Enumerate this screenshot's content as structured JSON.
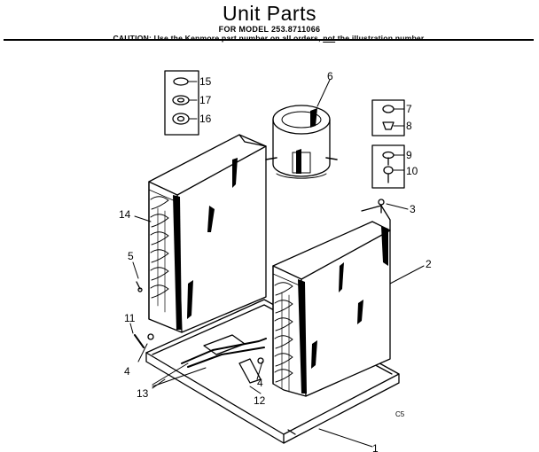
{
  "header": {
    "title": "Unit Parts",
    "model_line": "FOR MODEL 253.8711066",
    "caution_before": "CAUTION: Use the Kenmore part number on all orders, ",
    "caution_emphasis": "not",
    "caution_after": " the illustration number."
  },
  "callouts": {
    "c1": "1",
    "c2": "2",
    "c3": "3",
    "c4a": "4",
    "c4b": "4",
    "c5": "5",
    "c6": "6",
    "c7": "7",
    "c8": "8",
    "c9": "9",
    "c10": "10",
    "c11": "11",
    "c12": "12",
    "c13": "13",
    "c14": "14",
    "c15": "15",
    "c16": "16",
    "c17": "17"
  },
  "figure_code": "C5"
}
